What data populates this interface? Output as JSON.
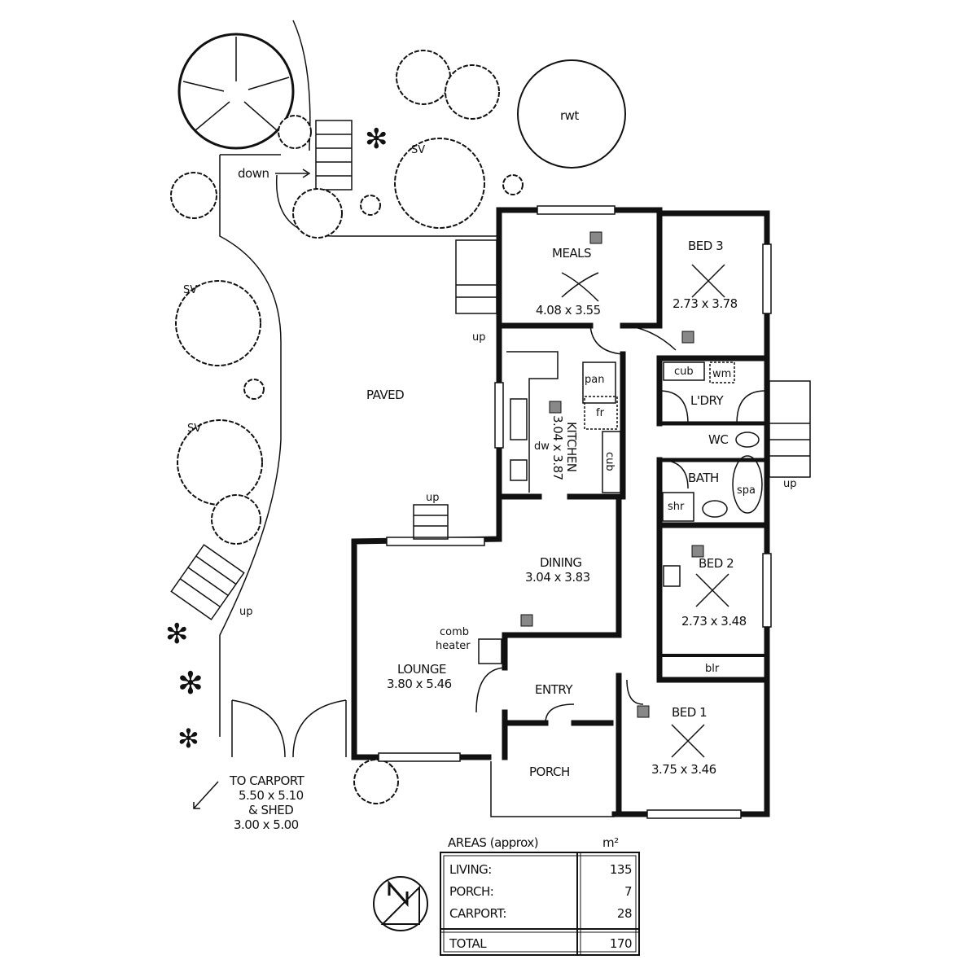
{
  "rooms": {
    "meals": {
      "name": "MEALS",
      "dims": "4.08 x 3.55"
    },
    "bed3": {
      "name": "BED 3",
      "dims": "2.73 x 3.78"
    },
    "kitchen": {
      "name": "KITCHEN",
      "dims": "3.04 x 3.87"
    },
    "dining": {
      "name": "DINING",
      "dims": "3.04 x 3.83"
    },
    "lounge": {
      "name": "LOUNGE",
      "dims": "3.80 x 5.46"
    },
    "bed2": {
      "name": "BED 2",
      "dims": "2.73 x 3.48"
    },
    "bed1": {
      "name": "BED 1",
      "dims": "3.75 x 3.46"
    },
    "entry": {
      "name": "ENTRY"
    },
    "porch": {
      "name": "PORCH"
    },
    "laundry": {
      "name": "L'DRY"
    },
    "wc": {
      "name": "WC"
    },
    "bath": {
      "name": "BATH"
    }
  },
  "fixtures": {
    "pan": "pan",
    "fr": "fr",
    "dw": "dw",
    "cub": "cub",
    "cub2": "cub",
    "wm": "wm",
    "spa": "spa",
    "shr": "shr",
    "blr": "blr",
    "comb_heater_1": "comb",
    "comb_heater_2": "heater"
  },
  "outdoor": {
    "paved": "PAVED",
    "rwt": "rwt",
    "down": "down",
    "up": "up",
    "sv": "SV",
    "carport_note": [
      "TO CARPORT",
      "5.50 x 5.10",
      "& SHED",
      "3.00 x 5.00"
    ]
  },
  "areas": {
    "title": "AREAS (approx)",
    "unit": "m²",
    "rows": [
      {
        "label": "LIVING:",
        "value": "135"
      },
      {
        "label": "PORCH:",
        "value": "7"
      },
      {
        "label": "CARPORT:",
        "value": "28"
      }
    ],
    "total": {
      "label": "TOTAL",
      "value": "170"
    }
  }
}
